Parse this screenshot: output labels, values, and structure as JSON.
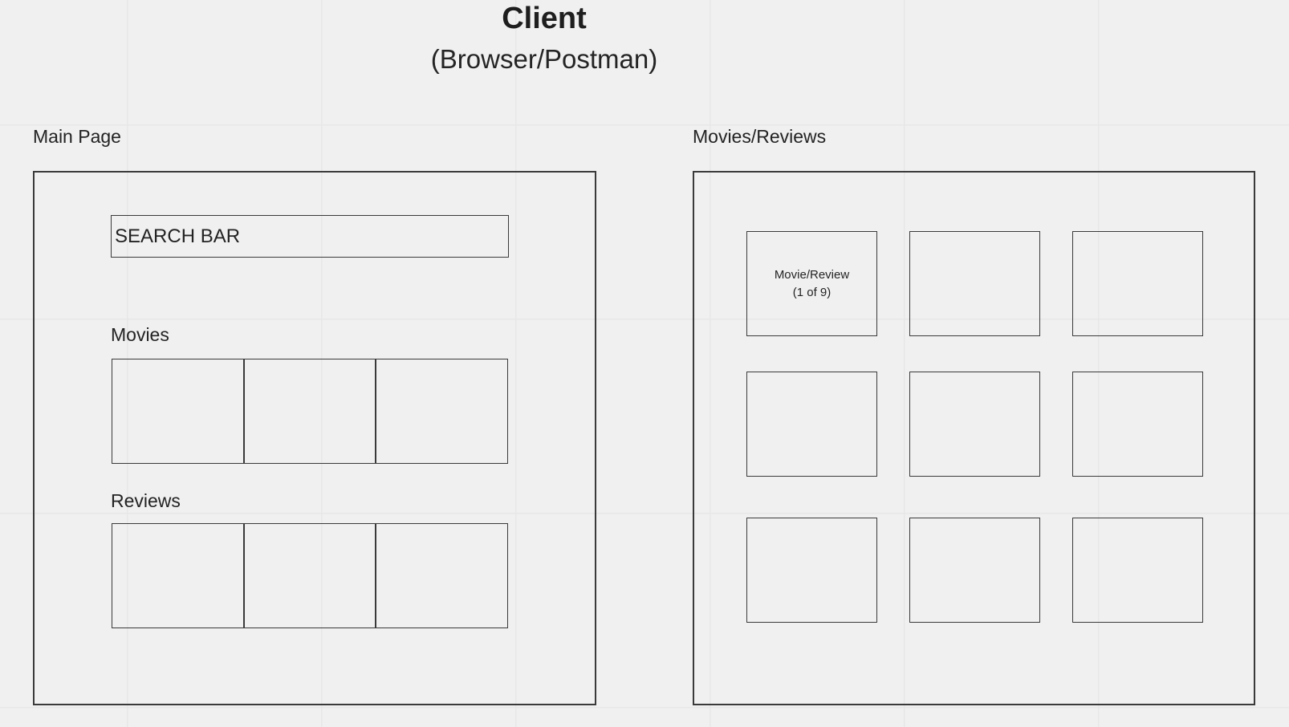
{
  "colors": {
    "background": "#f0f0f0",
    "grid_line": "#e7e7e7",
    "shape_border": "#3a3a3a",
    "text": "#232323"
  },
  "header": {
    "title": "Client",
    "subtitle": "(Browser/Postman)"
  },
  "main_page": {
    "section_label": "Main Page",
    "search_bar_label": "SEARCH BAR",
    "movies_label": "Movies",
    "movies_placeholder_count": 3,
    "reviews_label": "Reviews",
    "reviews_placeholder_count": 3
  },
  "movies_reviews": {
    "section_label": "Movies/Reviews",
    "grid_cell_count": 9,
    "first_cell_line1": "Movie/Review",
    "first_cell_line2": "(1 of 9)"
  }
}
